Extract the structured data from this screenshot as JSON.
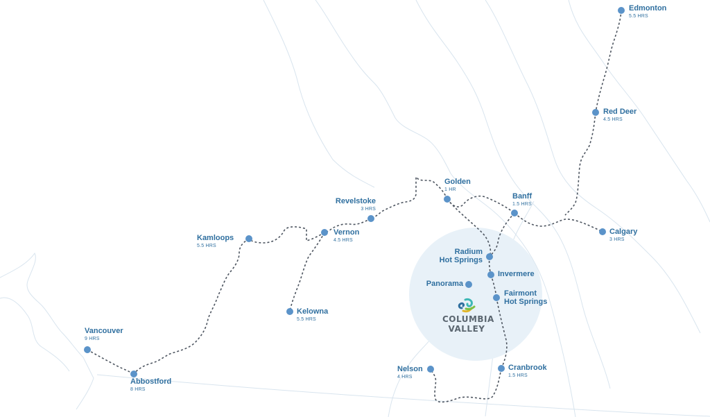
{
  "map": {
    "colors": {
      "label": "#2f6f9f",
      "dot": "#5b93c9",
      "route": "#4d5560",
      "contour": "#d8e4ee",
      "circle": "#e8f1f8"
    },
    "cities": [
      {
        "id": "edmonton",
        "name": "Edmonton",
        "time": "5.5 HRS"
      },
      {
        "id": "red-deer",
        "name": "Red Deer",
        "time": "4.5 HRS"
      },
      {
        "id": "golden",
        "name": "Golden",
        "time": "1 HR"
      },
      {
        "id": "banff",
        "name": "Banff",
        "time": "1.5 HRS"
      },
      {
        "id": "calgary",
        "name": "Calgary",
        "time": "3 HRS"
      },
      {
        "id": "revelstoke",
        "name": "Revelstoke",
        "time": "3 HRS"
      },
      {
        "id": "kamloops",
        "name": "Kamloops",
        "time": "5.5 HRS"
      },
      {
        "id": "vernon",
        "name": "Vernon",
        "time": "4.5 HRS"
      },
      {
        "id": "radium",
        "name": "Radium\nHot Springs",
        "time": ""
      },
      {
        "id": "invermere",
        "name": "Invermere",
        "time": ""
      },
      {
        "id": "panorama",
        "name": "Panorama",
        "time": ""
      },
      {
        "id": "fairmont",
        "name": "Fairmont\nHot Springs",
        "time": ""
      },
      {
        "id": "kelowna",
        "name": "Kelowna",
        "time": "5.5 HRS"
      },
      {
        "id": "vancouver",
        "name": "Vancouver",
        "time": "9 HRS"
      },
      {
        "id": "abbotsford",
        "name": "Abbostford",
        "time": "8 HRS"
      },
      {
        "id": "nelson",
        "name": "Nelson",
        "time": "4 HRS"
      },
      {
        "id": "cranbrook",
        "name": "Cranbrook",
        "time": "1.5 HRS"
      }
    ],
    "logo": {
      "line1": "COLUMBIA",
      "line2": "VALLEY",
      "icon": "columbia-valley-logo-icon"
    }
  }
}
